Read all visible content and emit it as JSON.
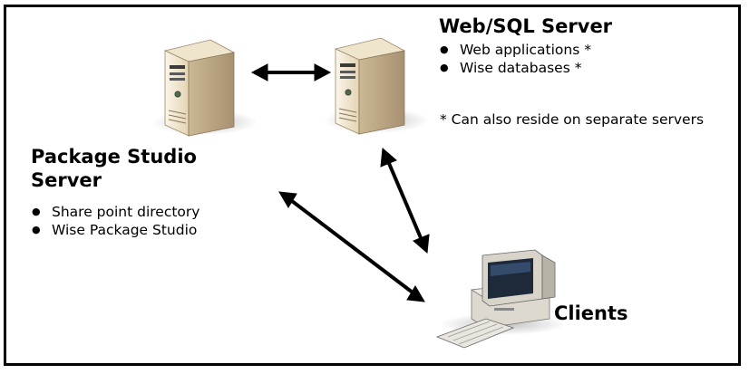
{
  "web_sql_server": {
    "title": "Web/SQL Server",
    "items": [
      "Web applications *",
      "Wise databases *"
    ],
    "note": "* Can also reside on separate servers"
  },
  "package_studio_server": {
    "title": "Package Studio Server",
    "items": [
      "Share point directory",
      "Wise Package Studio"
    ]
  },
  "clients": {
    "label": "Clients"
  },
  "colors": {
    "server_body": "#e8dcc0",
    "server_front": "#f3ead6",
    "server_shadow": "#b9a57e",
    "border": "#000000",
    "arrow": "#000000"
  },
  "icons": [
    "server-icon",
    "server-icon",
    "desktop-computer-icon",
    "double-arrow-icon"
  ]
}
